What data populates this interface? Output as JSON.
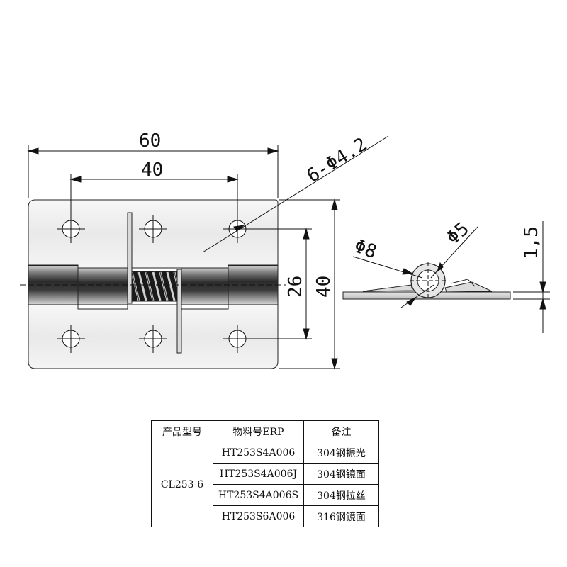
{
  "dimensions": {
    "overall_width": "60",
    "hole_spacing": "40",
    "hole_callout": "6-Φ4.2",
    "pin_centers": "26",
    "overall_height": "40",
    "outer_diameter": "Φ8",
    "pin_diameter": "Φ5",
    "thickness": "1,5"
  },
  "table": {
    "headers": [
      "产品型号",
      "物料号ERP",
      "备注"
    ],
    "model": "CL253-6",
    "rows": [
      {
        "erp": "HT253S4A006",
        "note": "304钢振光"
      },
      {
        "erp": "HT253S4A006J",
        "note": "304钢镜面"
      },
      {
        "erp": "HT253S4A006S",
        "note": "304钢拉丝"
      },
      {
        "erp": "HT253S6A006",
        "note": "316钢镜面"
      }
    ]
  }
}
